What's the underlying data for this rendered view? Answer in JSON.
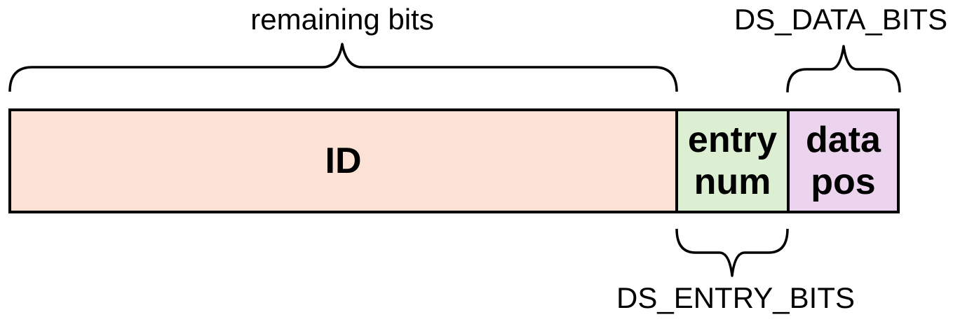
{
  "diagram": {
    "background": "#ffffff",
    "stroke_color": "#000000",
    "annotations": {
      "remaining_bits": "remaining bits",
      "ds_data_bits": "DS_DATA_BITS",
      "ds_entry_bits": "DS_ENTRY_BITS"
    },
    "segments": [
      {
        "key": "id",
        "label": "ID",
        "fill": "#FBE2D5"
      },
      {
        "key": "entry-num",
        "label": "entry num",
        "line1": "entry",
        "line2": "num",
        "fill": "#DDEFD2"
      },
      {
        "key": "data-pos",
        "label": "data pos",
        "line1": "data",
        "line2": "pos",
        "fill": "#ECD4EE"
      }
    ]
  }
}
